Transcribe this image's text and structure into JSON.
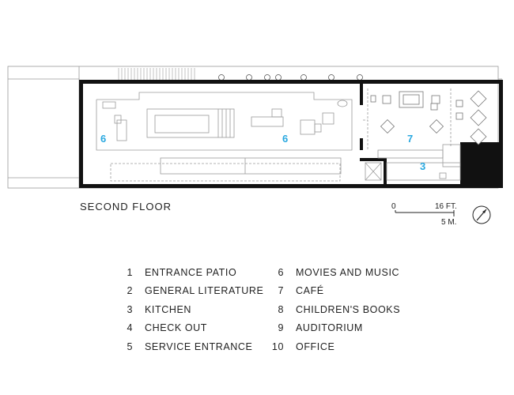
{
  "plan": {
    "title": "SECOND FLOOR",
    "room_labels": [
      {
        "id": "movies-left",
        "text": "6"
      },
      {
        "id": "movies-center",
        "text": "6"
      },
      {
        "id": "cafe",
        "text": "7"
      },
      {
        "id": "kitchen",
        "text": "3"
      }
    ]
  },
  "scale_bar": {
    "zero": "0",
    "feet": "16 FT.",
    "meters": "5 M."
  },
  "legend": {
    "left": [
      {
        "num": "1",
        "label": "ENTRANCE PATIO"
      },
      {
        "num": "2",
        "label": "GENERAL LITERATURE"
      },
      {
        "num": "3",
        "label": "KITCHEN"
      },
      {
        "num": "4",
        "label": "CHECK OUT"
      },
      {
        "num": "5",
        "label": "SERVICE ENTRANCE"
      }
    ],
    "right": [
      {
        "num": "6",
        "label": "MOVIES AND MUSIC"
      },
      {
        "num": "7",
        "label": "CAFÉ"
      },
      {
        "num": "8",
        "label": "CHILDREN'S BOOKS"
      },
      {
        "num": "9",
        "label": "AUDITORIUM"
      },
      {
        "num": "10",
        "label": "OFFICE"
      }
    ]
  },
  "colors": {
    "room_numbers": "#29a8e0",
    "walls": "#111111",
    "lines": "#9a9a9a"
  }
}
